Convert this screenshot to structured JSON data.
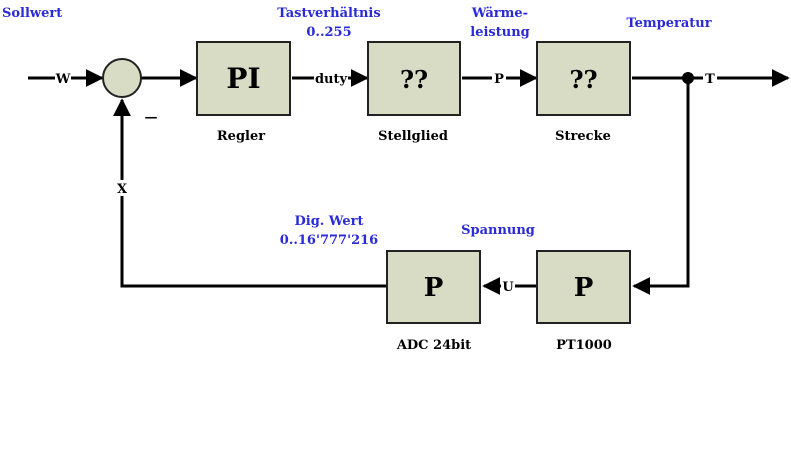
{
  "colors": {
    "block_fill": "#d9dcc4",
    "annotation_blue": "#2a2ad6",
    "wire": "#000000"
  },
  "annotations": {
    "sollwert": "Sollwert",
    "tastverhaeltnis_line1": "Tastverhältnis",
    "tastverhaeltnis_line2": "0..255",
    "waerme_line1": "Wärme-",
    "waerme_line2": "leistung",
    "temperatur": "Temperatur",
    "dig_wert_line1": "Dig. Wert",
    "dig_wert_line2": "0..16'777'216",
    "spannung": "Spannung"
  },
  "signals": {
    "w": "W",
    "duty": "duty",
    "p": "P",
    "t": "T",
    "u": "U",
    "x": "X",
    "minus": "—"
  },
  "blocks": {
    "regler": {
      "symbol": "PI",
      "caption": "Regler"
    },
    "stellglied": {
      "symbol": "??",
      "caption": "Stellglied"
    },
    "strecke": {
      "symbol": "??",
      "caption": "Strecke"
    },
    "pt1000": {
      "symbol": "P",
      "caption": "PT1000"
    },
    "adc": {
      "symbol": "P",
      "caption": "ADC 24bit"
    }
  }
}
